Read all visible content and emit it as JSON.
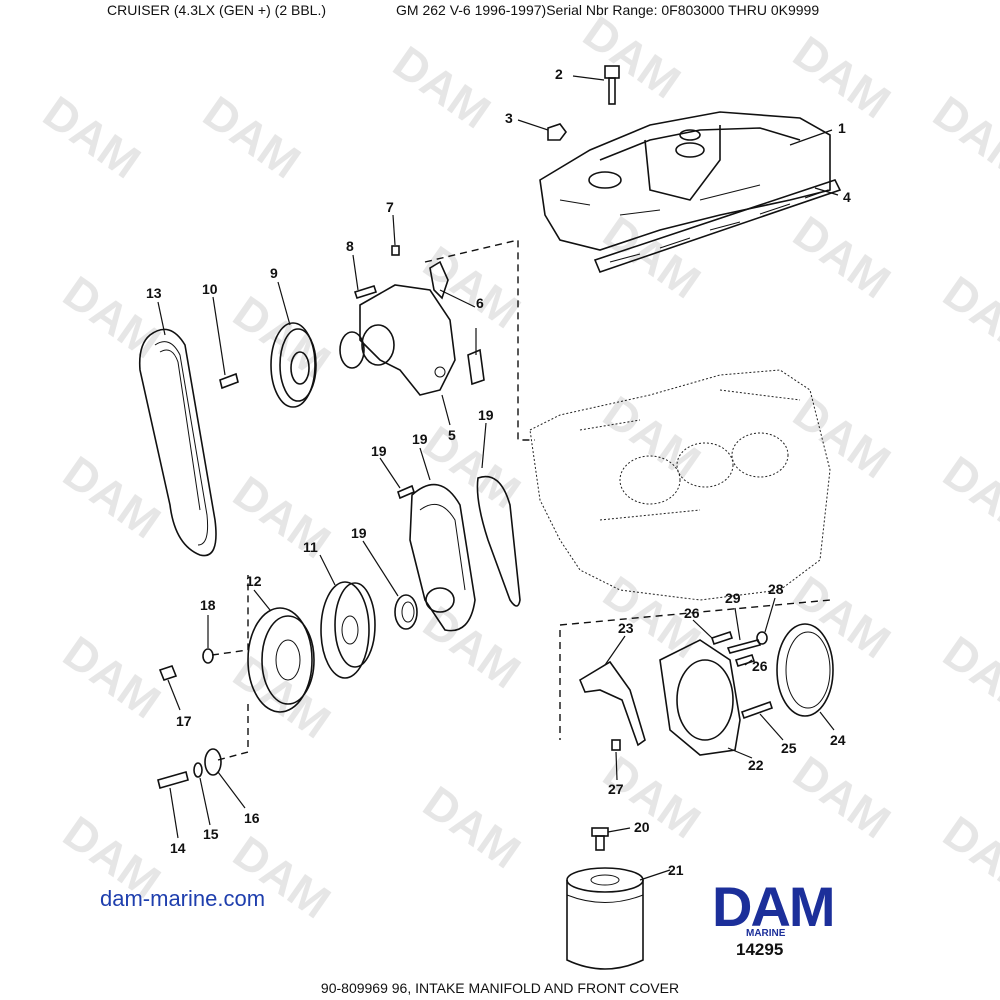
{
  "header": {
    "model": "CRUISER (4.3LX (GEN +) (2 BBL.)",
    "engine_serial": "GM 262 V-6 1996-1997)Serial Nbr Range: 0F803000 THRU 0K9999"
  },
  "watermark": "DAM",
  "callouts": [
    "1",
    "2",
    "3",
    "4",
    "5",
    "6",
    "7",
    "8",
    "9",
    "10",
    "11",
    "12",
    "13",
    "14",
    "15",
    "16",
    "17",
    "18",
    "19",
    "19",
    "19",
    "19",
    "20",
    "21",
    "22",
    "23",
    "24",
    "25",
    "26",
    "26",
    "27",
    "28",
    "29"
  ],
  "website": "dam-marine.com",
  "logo": {
    "brand": "DAM",
    "sub": "MARINE",
    "id": "14295"
  },
  "footer": {
    "caption": "90-809969 96, INTAKE MANIFOLD AND FRONT COVER"
  },
  "colors": {
    "brand": "#1c2f9a",
    "link": "#1f3fae",
    "watermark": "#e6e6e6"
  }
}
